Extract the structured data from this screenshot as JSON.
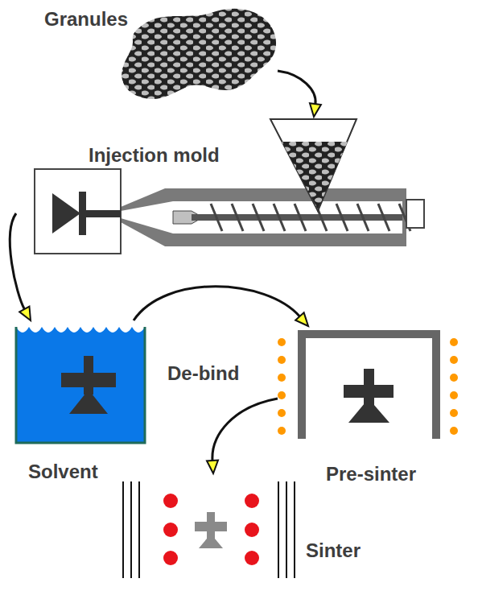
{
  "diagram": {
    "nodes": [
      {
        "text": [
          "Granules"
        ]
      },
      {
        "text": [
          "Injection mold"
        ]
      },
      {
        "text": [
          "Solvent"
        ]
      },
      {
        "text": [
          "Pre-sinter"
        ]
      },
      {
        "text": [
          "Sinter"
        ]
      }
    ],
    "edges": [
      {
        "from": 0,
        "to": 1,
        "arrow": "to"
      },
      {
        "from": 1,
        "to": 2,
        "arrow": "to"
      },
      {
        "from": 2,
        "to": 3,
        "arrow": "to"
      },
      {
        "from": 3,
        "to": 4,
        "arrow": "to"
      }
    ],
    "labels": [
      "De-bind"
    ]
  }
}
